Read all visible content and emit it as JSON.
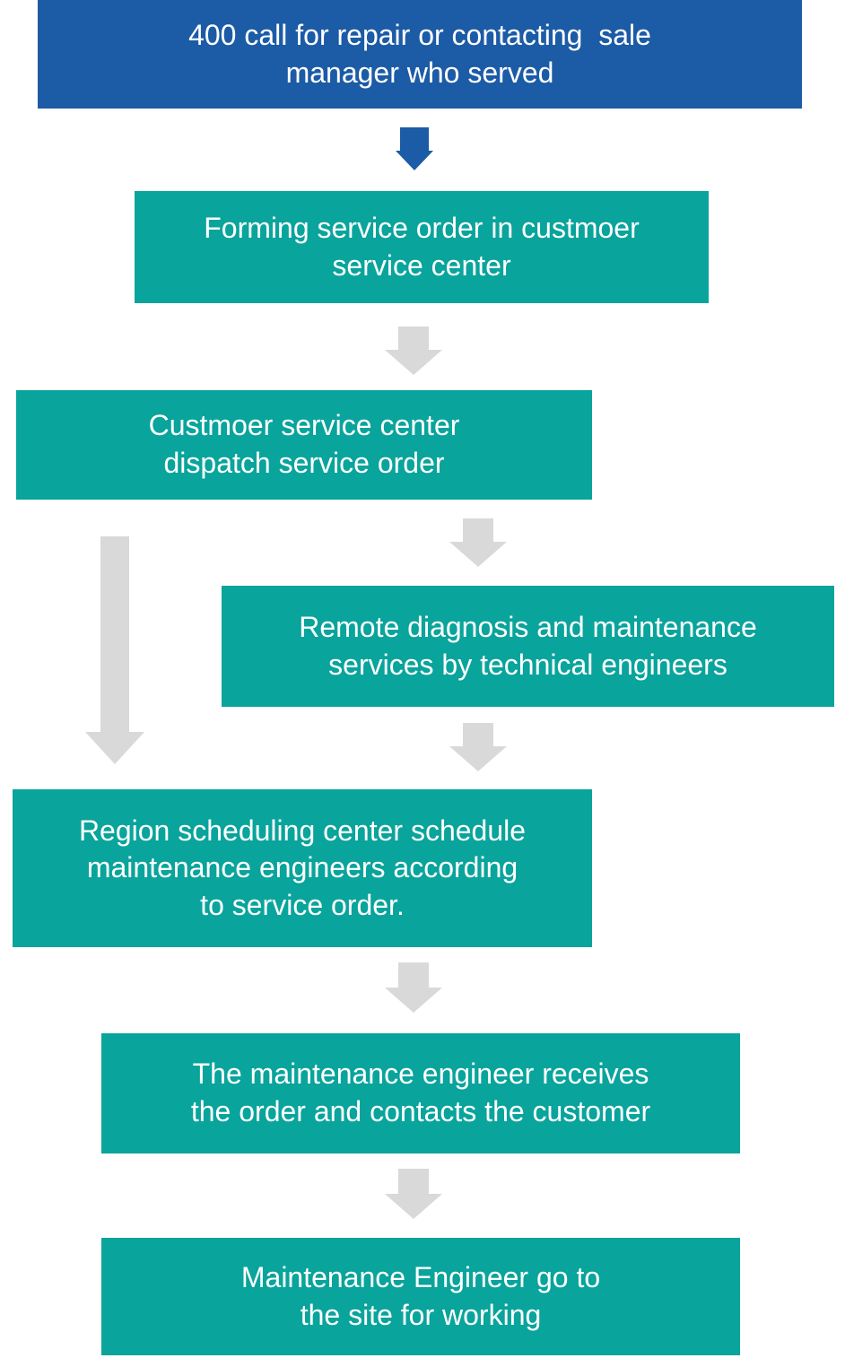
{
  "colors": {
    "blue": "#1c5ba6",
    "teal": "#09a49c",
    "arrow_gray": "#d9d9d9",
    "text": "#ffffff",
    "background": "#ffffff"
  },
  "boxes": [
    {
      "name": "400-call-step",
      "lines": [
        "400 call for repair or contacting  sale",
        "manager who served"
      ]
    },
    {
      "name": "forming-service-order-step",
      "lines": [
        "Forming service order in custmoer",
        "service center"
      ]
    },
    {
      "name": "dispatch-service-order-step",
      "lines": [
        "Custmoer service center",
        "dispatch service order"
      ]
    },
    {
      "name": "remote-diagnosis-step",
      "lines": [
        "Remote diagnosis and maintenance",
        "services by technical engineers"
      ]
    },
    {
      "name": "region-scheduling-step",
      "lines": [
        "Region scheduling center schedule",
        "maintenance engineers according",
        "to service order."
      ]
    },
    {
      "name": "engineer-receives-order-step",
      "lines": [
        "The maintenance engineer receives",
        "the order and contacts the customer"
      ]
    },
    {
      "name": "engineer-goes-to-site-step",
      "lines": [
        "Maintenance Engineer go to",
        "the site for working"
      ]
    }
  ]
}
